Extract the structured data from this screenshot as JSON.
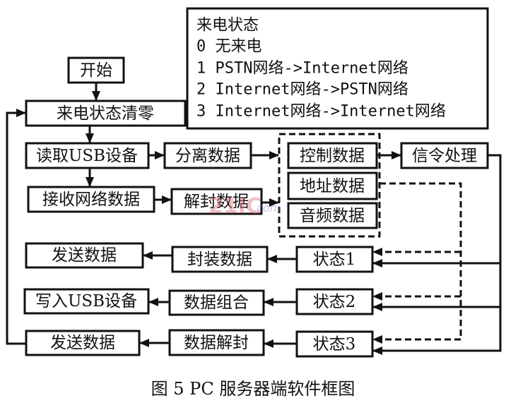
{
  "legend": {
    "title": "来电状态",
    "items": [
      "0 无来电",
      "1 PSTN网络->Internet网络",
      "2 Internet网络->PSTN网络",
      "3 Internet网络->Internet网络"
    ]
  },
  "nodes": {
    "start": "开始",
    "clear": "来电状态清零",
    "read_usb": "读取USB设备",
    "separate": "分离数据",
    "control": "控制数据",
    "signal": "信令处理",
    "address": "地址数据",
    "audio": "音频数据",
    "recv_net": "接收网络数据",
    "decap": "解封数据",
    "send1": "发送数据",
    "encap": "封装数据",
    "state1": "状态1",
    "write_usb": "写入USB设备",
    "combine": "数据组合",
    "state2": "状态2",
    "send3": "发送数据",
    "decap2": "数据解封",
    "state3": "状态3"
  },
  "caption": "图 5   PC 服务器端软件框图",
  "watermark": "21IC 电子网 .com"
}
